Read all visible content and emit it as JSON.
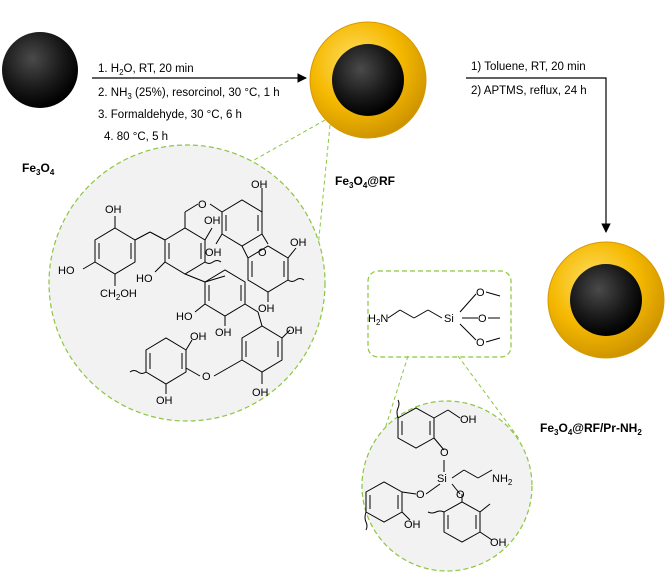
{
  "particles": {
    "core": {
      "label_main": "Fe",
      "sub1": "3",
      "mid": "O",
      "sub2": "4"
    },
    "rf": {
      "label_main": "Fe",
      "sub1": "3",
      "mid": "O",
      "sub2": "4",
      "suffix": "@RF"
    },
    "amine": {
      "label_main": "Fe",
      "sub1": "3",
      "mid": "O",
      "sub2": "4",
      "suffix": "@RF/Pr-NH",
      "sub3": "2"
    }
  },
  "steps_1": [
    {
      "pre": "1. H",
      "sub": "2",
      "post": "O, RT, 20 min"
    },
    {
      "pre": "2. NH",
      "sub": "3",
      "post": " (25%), resorcinol, 30 °C, 1 h"
    },
    {
      "pre": "3. Formaldehyde, 30 °C, 6 h",
      "sub": "",
      "post": ""
    },
    {
      "pre": "4. 80 °C, 5 h",
      "sub": "",
      "post": ""
    }
  ],
  "steps_2": [
    "1) Toluene, RT, 20 min",
    "2) APTMS, reflux, 24 h"
  ],
  "resin_labels": {
    "oh": "OH",
    "ho": "HO",
    "ch2oh": "CH",
    "ch2oh_sub": "2",
    "ch2oh_tail": "OH",
    "o": "O"
  },
  "silane_labels": {
    "h2n": "H",
    "h2n_sub": "2",
    "h2n_tail": "N",
    "si": "Si",
    "o": "O",
    "nh2": "NH",
    "nh2_sub": "2",
    "oh": "OH"
  },
  "colors": {
    "core": "#1a1a1a",
    "shell": "#f5b800",
    "shell_edge": "#d49a00",
    "dashed": "#8cc63f",
    "inset_fill": "#f2f2f2"
  }
}
